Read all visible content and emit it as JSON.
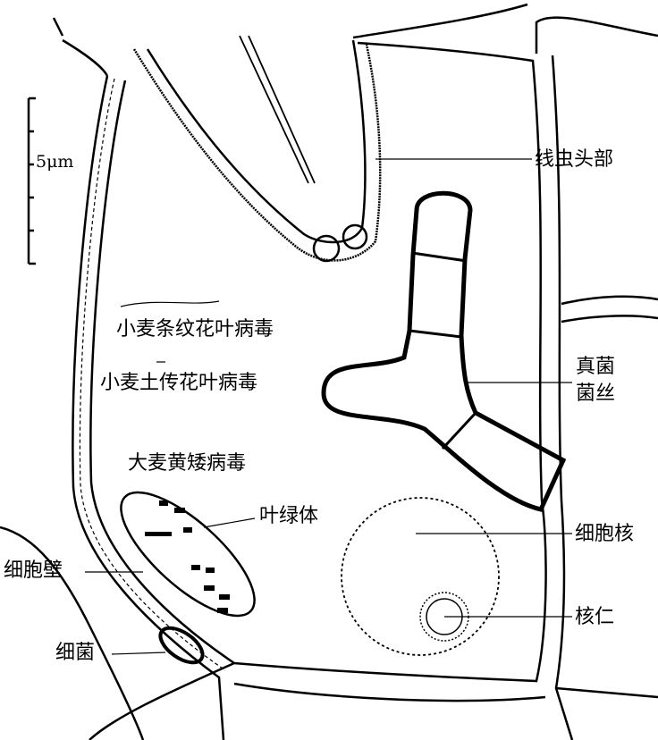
{
  "scale_bar": {
    "label": "5μm"
  },
  "labels": {
    "nematode_head": "线虫头部",
    "fungus": "真菌",
    "hypha": "菌丝",
    "nucleus": "细胞核",
    "nucleolus": "核仁",
    "chloroplast": "叶绿体",
    "cell_wall": "细胞壁",
    "bacterium": "细菌",
    "virus_wsmv": "小麦条纹花叶病毒",
    "virus_wsbmv": "小麦土传花叶病毒",
    "virus_bydv": "大麦黄矮病毒"
  }
}
